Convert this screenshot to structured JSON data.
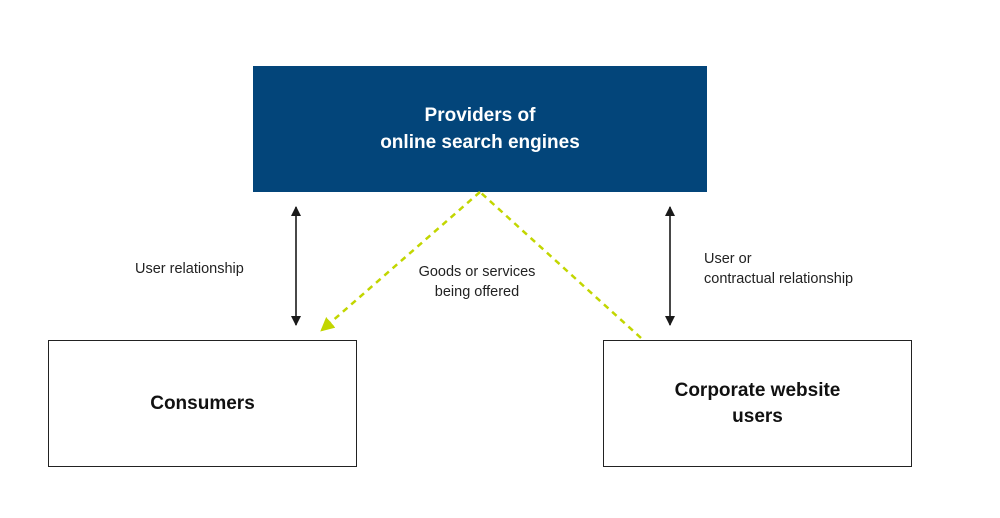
{
  "diagram": {
    "nodes": {
      "providers": {
        "label": "Providers of\nonline search engines"
      },
      "consumers": {
        "label": "Consumers"
      },
      "corporate": {
        "label": "Corporate website\nusers"
      }
    },
    "edges": {
      "user_relationship": {
        "label": "User relationship"
      },
      "goods_services": {
        "label": "Goods or services\nbeing offered"
      },
      "contractual_relationship": {
        "label": "User or\ncontractual relationship"
      }
    }
  },
  "colors": {
    "provider_fill": "#03457A",
    "dashed_arrow": "#C2D600",
    "solid_arrow": "#1A1A1A",
    "box_border": "#222222"
  }
}
